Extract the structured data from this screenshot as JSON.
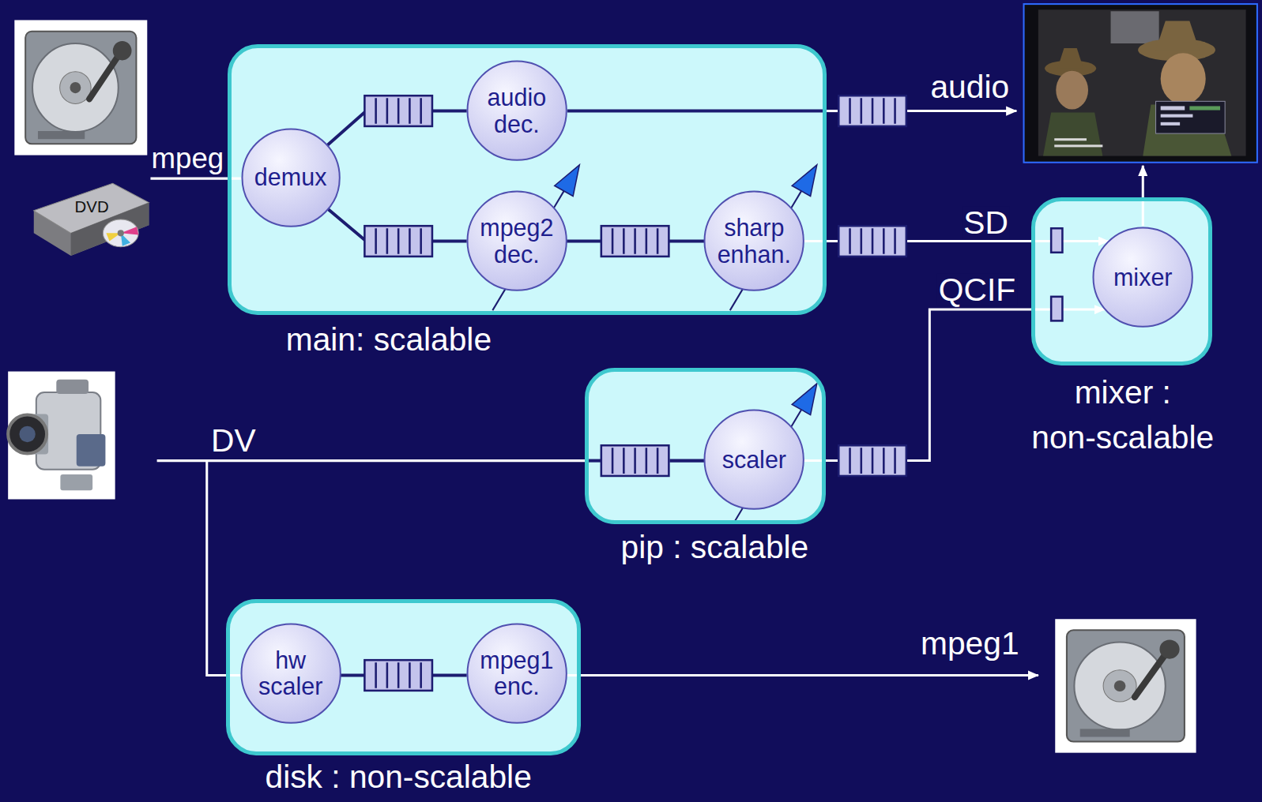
{
  "diagram": {
    "nodes": [
      {
        "text": [
          "main: scalable"
        ]
      },
      {
        "text": [
          "demux"
        ],
        "in": 0
      },
      {
        "text": [
          "audio dec."
        ],
        "in": 0
      },
      {
        "text": [
          "mpeg2 dec."
        ],
        "in": 0
      },
      {
        "text": [
          "sharp enhan."
        ],
        "in": 0
      },
      {
        "text": [
          "mixer : non-scalable"
        ]
      },
      {
        "text": [
          "mixer"
        ],
        "in": 5
      },
      {
        "text": [
          "pip : scalable"
        ]
      },
      {
        "text": [
          "scaler"
        ],
        "in": 7
      },
      {
        "text": [
          "disk : non-scalable"
        ]
      },
      {
        "text": [
          "hw scaler"
        ],
        "in": 9
      },
      {
        "text": [
          "mpeg1 enc."
        ],
        "in": 9
      }
    ],
    "edges": [
      {
        "from": 1,
        "to": 2,
        "arrow": "none"
      },
      {
        "from": 1,
        "to": 3,
        "arrow": "none"
      },
      {
        "from": 3,
        "to": 4,
        "arrow": "none"
      },
      {
        "from": 4,
        "to": 6,
        "label": "SD",
        "arrow": "to"
      },
      {
        "from": 8,
        "to": 6,
        "label": "QCIF",
        "arrow": "to"
      },
      {
        "from": 10,
        "to": 11,
        "arrow": "none"
      }
    ],
    "labels": [
      "mpeg",
      "DVD",
      "audio",
      "DV",
      "mpeg1"
    ]
  }
}
